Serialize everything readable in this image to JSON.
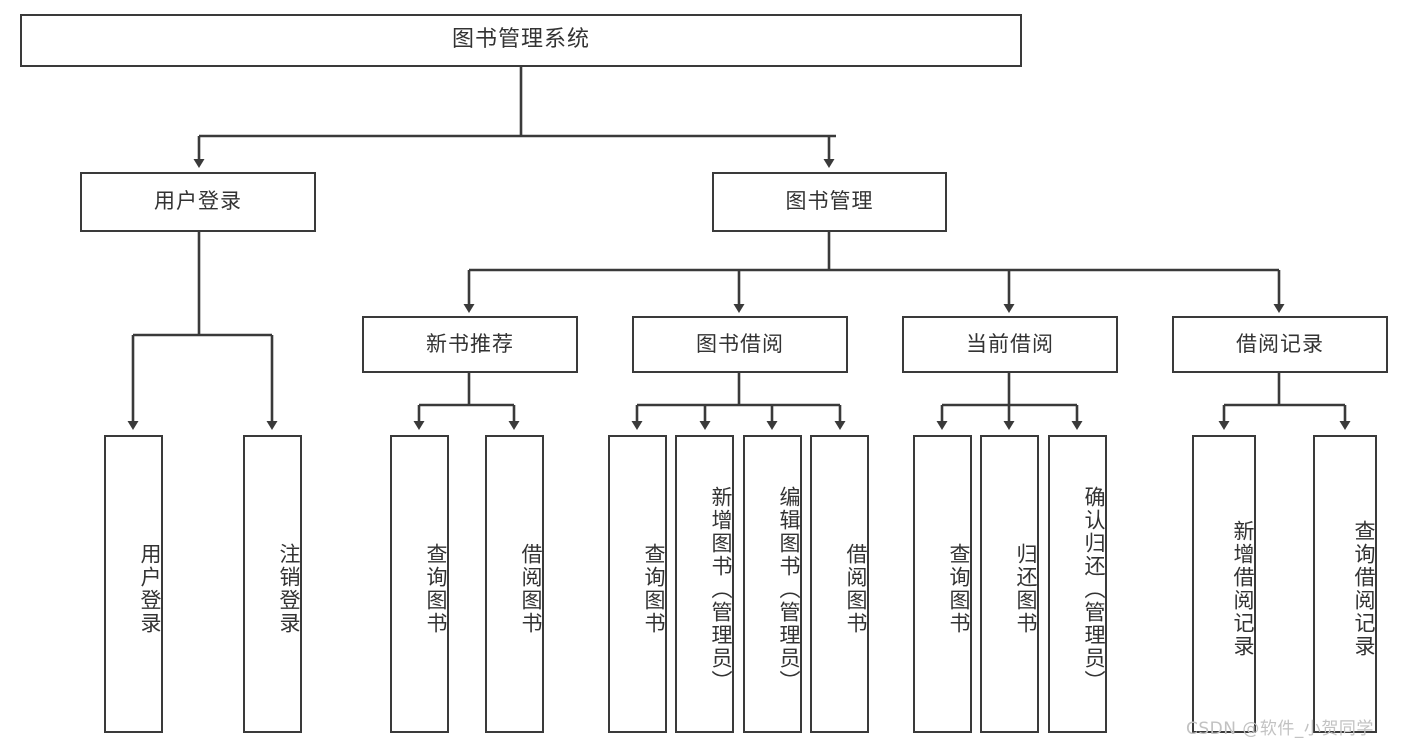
{
  "diagram": {
    "title": "图书管理系统",
    "watermark": "CSDN @软件_小贺同学",
    "colors": {
      "border": "#3a3a3a",
      "text": "#333333",
      "background": "#ffffff",
      "watermark": "#c2c2c2"
    },
    "root": {
      "label": "图书管理系统"
    },
    "level1": [
      {
        "label": "用户登录"
      },
      {
        "label": "图书管理"
      }
    ],
    "level2": [
      {
        "label": "新书推荐"
      },
      {
        "label": "图书借阅"
      },
      {
        "label": "当前借阅"
      },
      {
        "label": "借阅记录"
      }
    ],
    "leaves": {
      "user_login": [
        {
          "label": "用户登录"
        },
        {
          "label": "注销登录"
        }
      ],
      "new_book_recommend": [
        {
          "label": "查询图书"
        },
        {
          "label": "借阅图书"
        }
      ],
      "book_borrow": [
        {
          "label": "查询图书"
        },
        {
          "label": "新增图书（管理员）"
        },
        {
          "label": "编辑图书（管理员）"
        },
        {
          "label": "借阅图书"
        }
      ],
      "current_borrow": [
        {
          "label": "查询图书"
        },
        {
          "label": "归还图书"
        },
        {
          "label": "确认归还（管理员）"
        }
      ],
      "borrow_record": [
        {
          "label": "新增借阅记录"
        },
        {
          "label": "查询借阅记录"
        }
      ]
    }
  }
}
